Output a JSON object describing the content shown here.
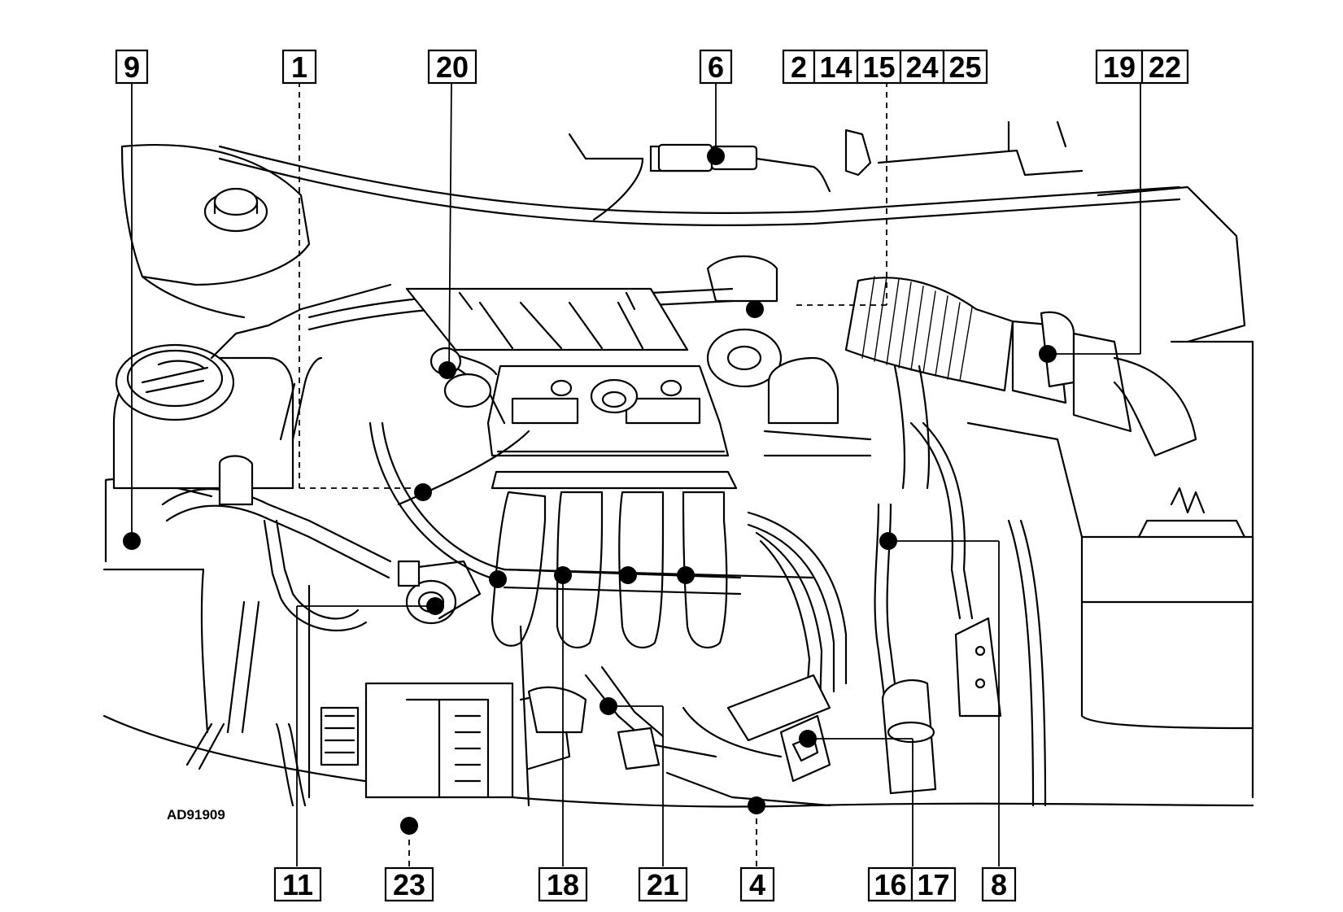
{
  "figure_code": "AD91909",
  "callouts": [
    {
      "id": "c9",
      "labels": [
        "9"
      ]
    },
    {
      "id": "c1",
      "labels": [
        "1"
      ]
    },
    {
      "id": "c20",
      "labels": [
        "20"
      ]
    },
    {
      "id": "c6",
      "labels": [
        "6"
      ]
    },
    {
      "id": "c2g",
      "labels": [
        "2",
        "14",
        "15",
        "24",
        "25"
      ]
    },
    {
      "id": "c19g",
      "labels": [
        "19",
        "22"
      ]
    },
    {
      "id": "c11",
      "labels": [
        "11"
      ]
    },
    {
      "id": "c23",
      "labels": [
        "23"
      ]
    },
    {
      "id": "c18",
      "labels": [
        "18"
      ]
    },
    {
      "id": "c21",
      "labels": [
        "21"
      ]
    },
    {
      "id": "c4",
      "labels": [
        "4"
      ]
    },
    {
      "id": "c16g",
      "labels": [
        "16",
        "17"
      ]
    },
    {
      "id": "c8",
      "labels": [
        "8"
      ]
    }
  ]
}
